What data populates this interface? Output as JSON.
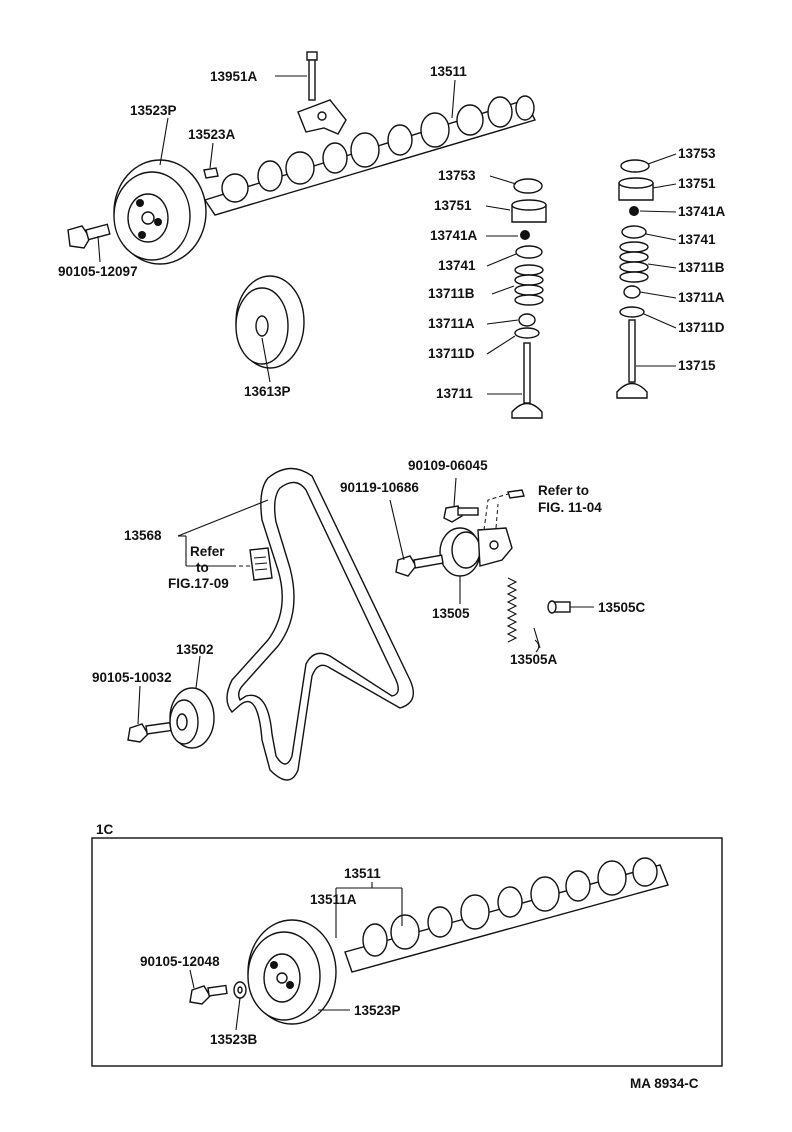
{
  "labels": {
    "p13951A": "13951A",
    "p13511_top": "13511",
    "p13523P_top": "13523P",
    "p13523A": "13523A",
    "p90105_12097": "90105-12097",
    "p13613P": "13613P",
    "p13753_l": "13753",
    "p13751_l": "13751",
    "p13741A_l": "13741A",
    "p13741_l": "13741",
    "p13711B_l": "13711B",
    "p13711A_l": "13711A",
    "p13711D_l": "13711D",
    "p13711": "13711",
    "p13753_r": "13753",
    "p13751_r": "13751",
    "p13741A_r": "13741A",
    "p13741_r": "13741",
    "p13711B_r": "13711B",
    "p13711A_r": "13711A",
    "p13711D_r": "13711D",
    "p13715": "13715",
    "p90109_06045": "90109-06045",
    "p90119_10686": "90119-10686",
    "refer_to_a": "Refer to",
    "fig_11_04": "FIG. 11-04",
    "p13568": "13568",
    "refer_b": "Refer",
    "to_b": "to",
    "fig_17_09": "FIG.17-09",
    "p13505": "13505",
    "p13505C": "13505C",
    "p13505A": "13505A",
    "p13502": "13502",
    "p90105_10032": "90105-10032",
    "inset_tag": "1C",
    "p13511_inset": "13511",
    "p13511A_inset": "13511A",
    "p90105_12048": "90105-12048",
    "p13523P_inset": "13523P",
    "p13523B": "13523B",
    "drawing_code": "MA 8934-C"
  }
}
